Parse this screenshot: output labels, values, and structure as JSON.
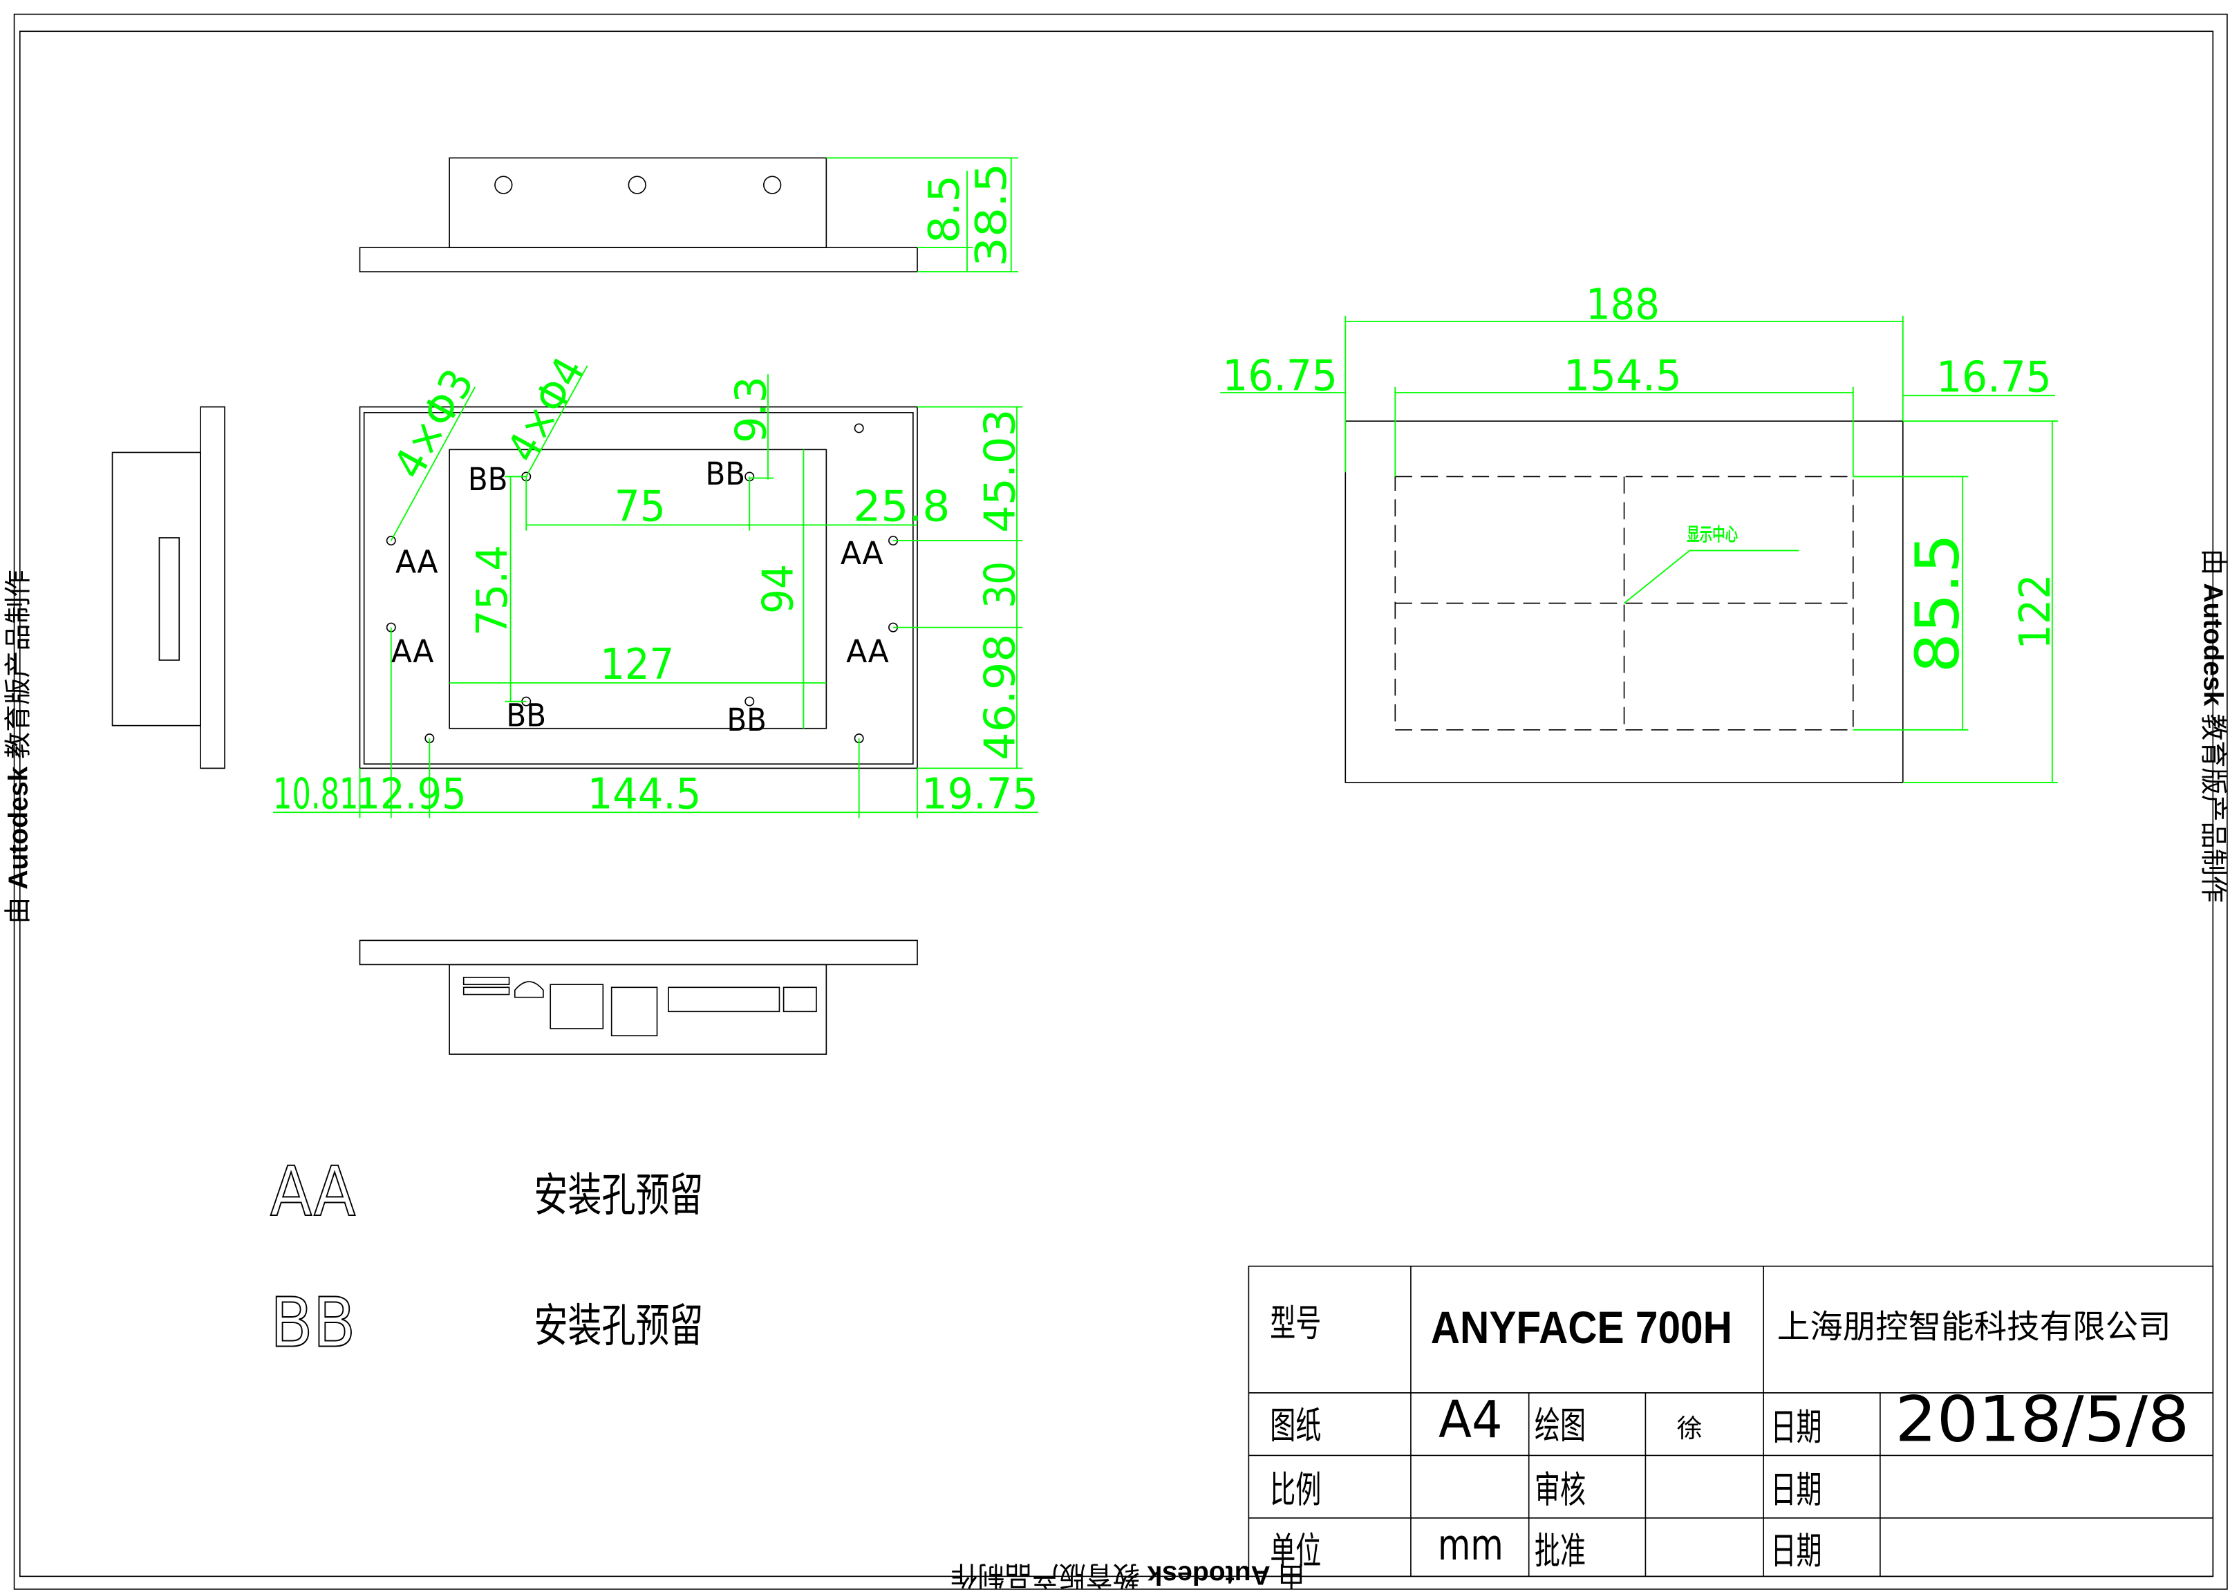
{
  "watermark": {
    "prefix": "由 ",
    "brand": "Autodesk",
    "suffix": " 教育版产品制作"
  },
  "colors": {
    "dimension": "#00ff00",
    "line": "#000000",
    "background": "#ffffff"
  },
  "top_view": {
    "dim_flange": "8.5",
    "dim_height": "38.5"
  },
  "front_view": {
    "mark_aa": "AA",
    "mark_bb": "BB",
    "hole_callout_aa": "4×Φ3",
    "hole_callout_bb": "4×Φ4",
    "dim_bb_top_offset": "9.3",
    "dim_bb_spacing_h": "75",
    "dim_bb_right_offset": "25.8",
    "dim_bb_spacing_v": "75.4",
    "dim_display_height": "94",
    "dim_display_width": "127",
    "dim_top_to_aa": "45.03",
    "dim_aa_spacing": "30",
    "dim_aa_to_bottom": "46.98",
    "dim_left_edge": "10.81",
    "dim_left_hole": "12.95",
    "dim_hole_spacing": "144.5",
    "dim_right_edge": "19.75"
  },
  "right_view": {
    "dim_width": "188",
    "dim_display_width": "154.5",
    "dim_margin_left": "16.75",
    "dim_margin_right": "16.75",
    "dim_display_height": "85.5",
    "dim_height": "122",
    "center_label": "显示中心"
  },
  "legend": [
    {
      "mark": "AA",
      "description": "安装孔预留"
    },
    {
      "mark": "BB",
      "description": "安装孔预留"
    }
  ],
  "title_block": {
    "model_label": "型号",
    "model": "ANYFACE 700H",
    "company": "上海朋控智能科技有限公司",
    "rows": [
      {
        "label": "图纸",
        "value": "A4",
        "role": "绘图",
        "signer": "徐",
        "date_label": "日期",
        "date": "2018/5/8"
      },
      {
        "label": "比例",
        "role": "审核",
        "date_label": "日期"
      },
      {
        "label": "单位",
        "value": "mm",
        "role": "批准",
        "date_label": "日期"
      }
    ]
  }
}
